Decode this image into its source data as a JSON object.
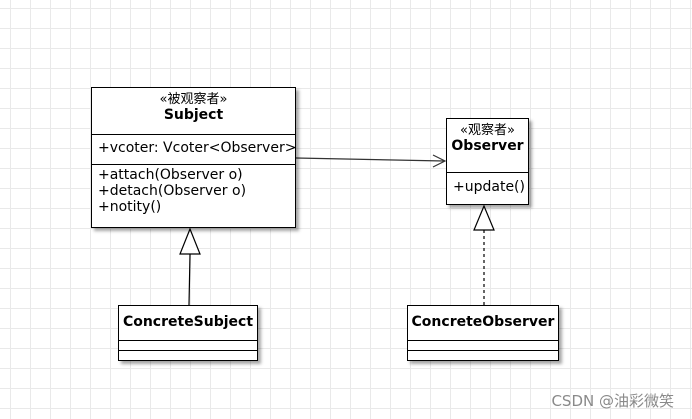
{
  "subject": {
    "stereotype": "«被观察者»",
    "name": "Subject",
    "attributes": [
      "+vcoter: Vcoter<Observer>"
    ],
    "operations": [
      "+attach(Observer o)",
      "+detach(Observer o)",
      "+notity()"
    ]
  },
  "observer": {
    "stereotype": "«观察者»",
    "name": "Observer",
    "operations": [
      "+update()"
    ]
  },
  "concrete_subject": {
    "name": "ConcreteSubject"
  },
  "concrete_observer": {
    "name": "ConcreteObserver"
  },
  "relations": [
    {
      "from": "Subject",
      "to": "Observer",
      "type": "association"
    },
    {
      "from": "ConcreteSubject",
      "to": "Subject",
      "type": "generalization"
    },
    {
      "from": "ConcreteObserver",
      "to": "Observer",
      "type": "realization"
    }
  ],
  "watermark": "CSDN @油彩微笑"
}
